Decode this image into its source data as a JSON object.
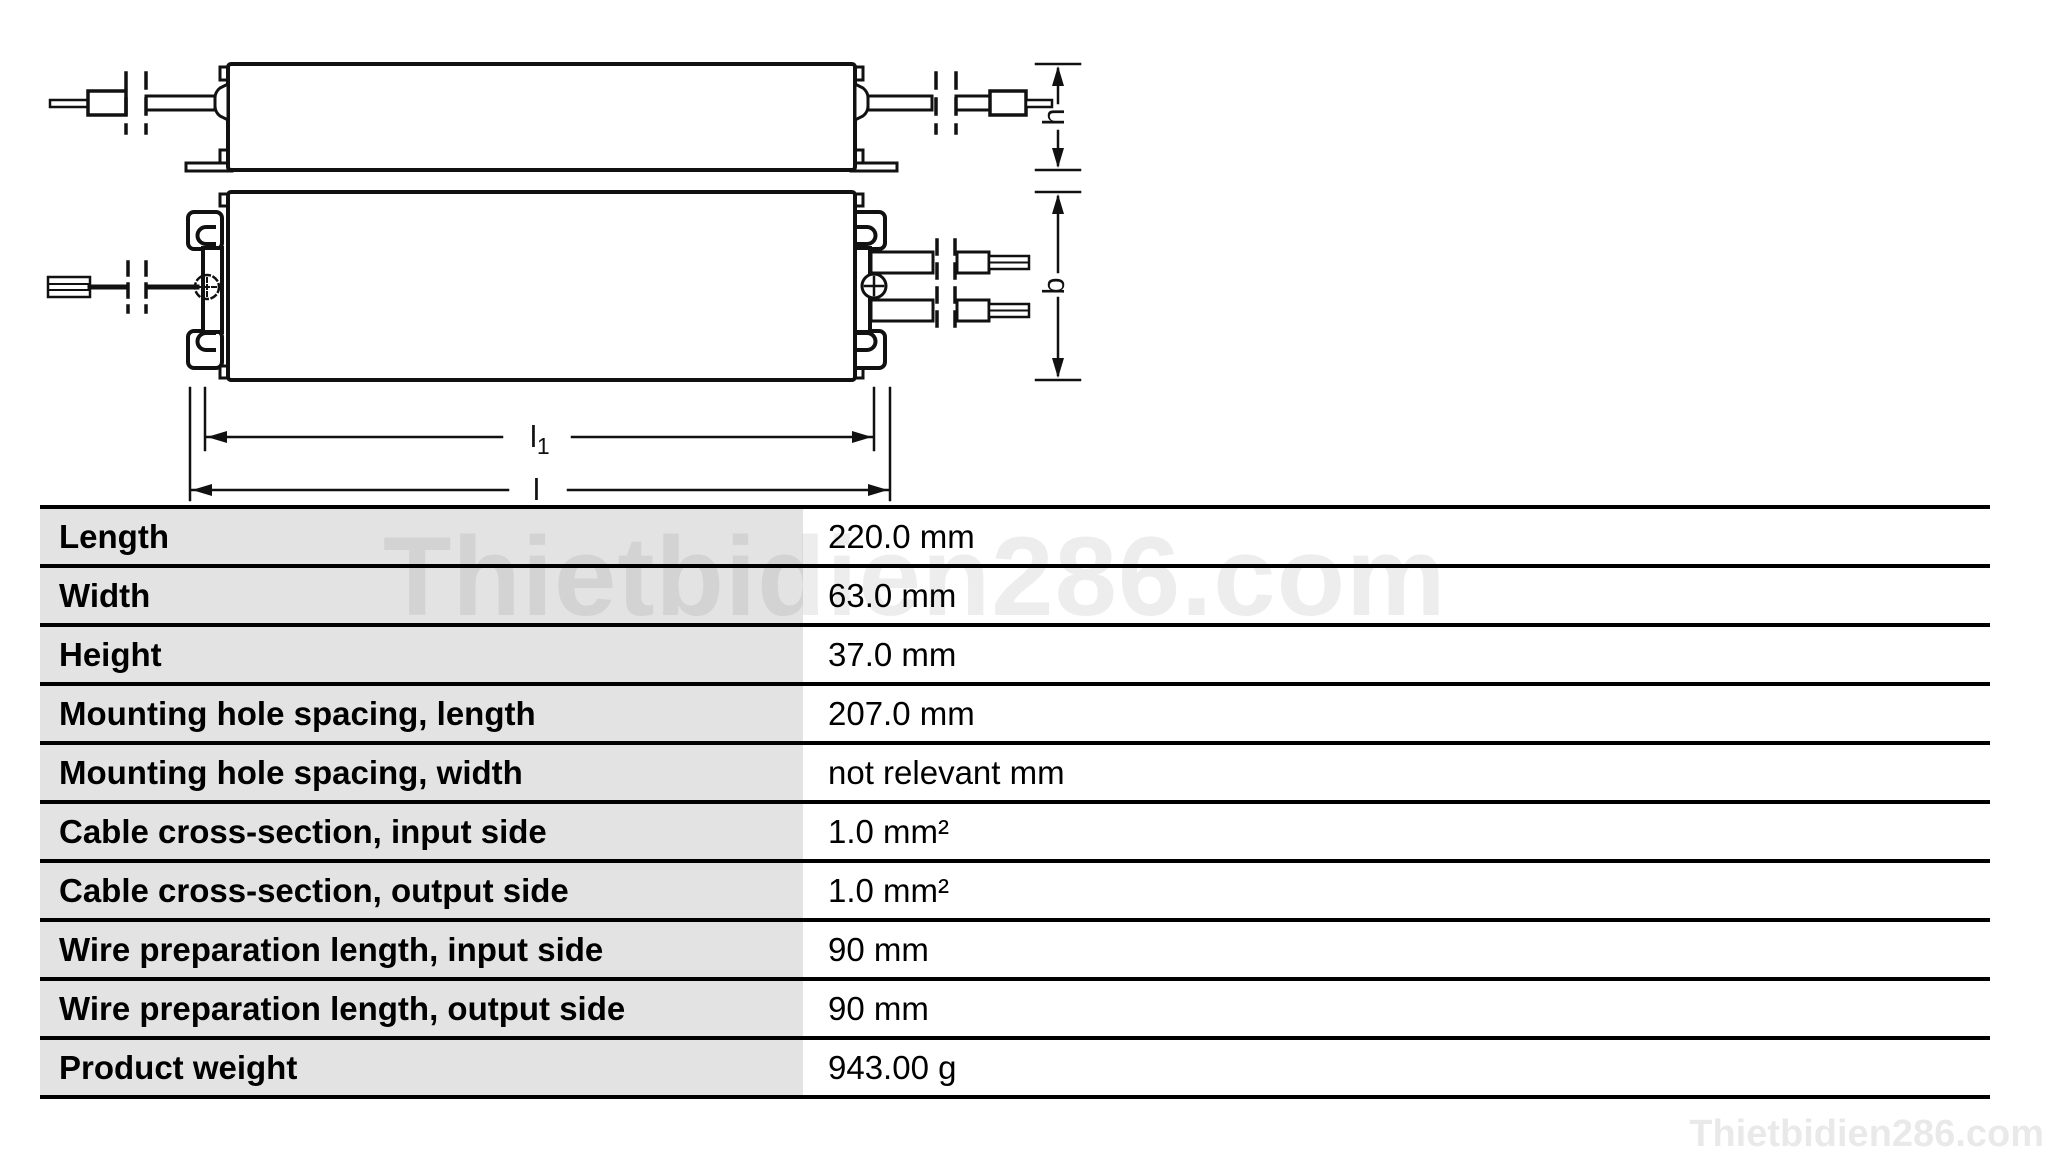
{
  "diagram": {
    "labels": {
      "h": "h",
      "b": "b",
      "l1_base": "l",
      "l1_sub": "1",
      "l": "l"
    }
  },
  "table": {
    "rows": [
      {
        "label": "Length",
        "value": "220.0 mm"
      },
      {
        "label": "Width",
        "value": "63.0 mm"
      },
      {
        "label": "Height",
        "value": "37.0 mm"
      },
      {
        "label": "Mounting hole spacing, length",
        "value": "207.0 mm"
      },
      {
        "label": "Mounting hole spacing, width",
        "value": "not relevant mm"
      },
      {
        "label": "Cable cross-section, input side",
        "value": "1.0 mm²"
      },
      {
        "label": "Cable cross-section, output side",
        "value": "1.0 mm²"
      },
      {
        "label": "Wire preparation length, input side",
        "value": "90 mm"
      },
      {
        "label": "Wire preparation length, output side",
        "value": "90 mm"
      },
      {
        "label": "Product weight",
        "value": "943.00 g"
      }
    ]
  },
  "watermarks": {
    "center": "Thietbidien286.com",
    "corner": "Thietbidien286.com"
  },
  "colors": {
    "row_label_bg": "#e3e3e3",
    "border": "#000000",
    "line": "#111111"
  }
}
